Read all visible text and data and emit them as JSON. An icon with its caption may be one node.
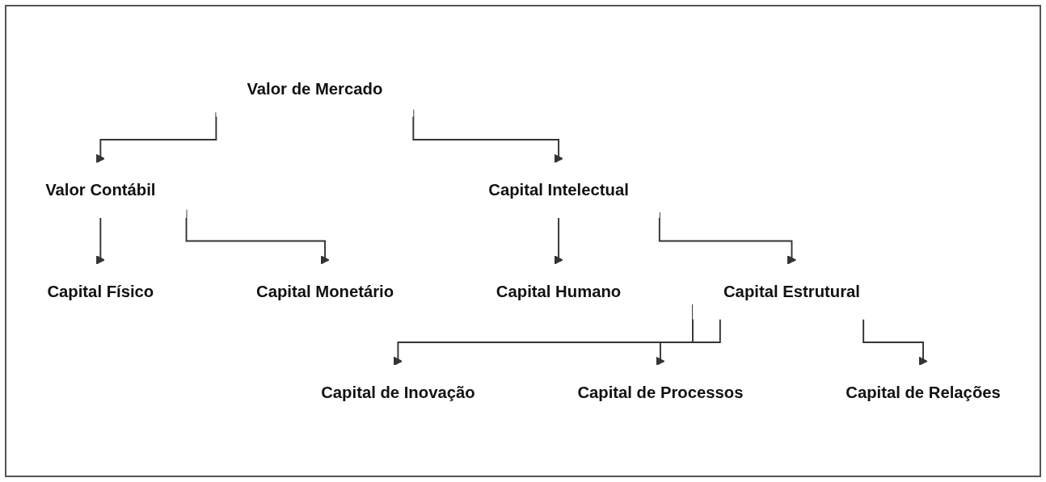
{
  "diagram": {
    "nodes": [
      {
        "text": [
          "Valor de Mercado"
        ]
      },
      {
        "text": [
          "Valor Contábil"
        ]
      },
      {
        "text": [
          "Capital Intelectual"
        ]
      },
      {
        "text": [
          "Capital Físico"
        ]
      },
      {
        "text": [
          "Capital Monetário"
        ]
      },
      {
        "text": [
          "Capital Humano"
        ]
      },
      {
        "text": [
          "Capital Estrutural"
        ]
      },
      {
        "text": [
          "Capital de Inovação"
        ]
      },
      {
        "text": [
          "Capital de Processos"
        ]
      },
      {
        "text": [
          "Capital de Relações"
        ]
      }
    ],
    "edges": [
      {
        "from": 0,
        "to": 1,
        "arrow": "to"
      },
      {
        "from": 0,
        "to": 2,
        "arrow": "to"
      },
      {
        "from": 1,
        "to": 3,
        "arrow": "to"
      },
      {
        "from": 1,
        "to": 4,
        "arrow": "to"
      },
      {
        "from": 2,
        "to": 5,
        "arrow": "to"
      },
      {
        "from": 2,
        "to": 6,
        "arrow": "to"
      },
      {
        "from": 6,
        "to": 7,
        "arrow": "to"
      },
      {
        "from": 6,
        "to": 8,
        "arrow": "to"
      },
      {
        "from": 6,
        "to": 9,
        "arrow": "to"
      }
    ]
  }
}
